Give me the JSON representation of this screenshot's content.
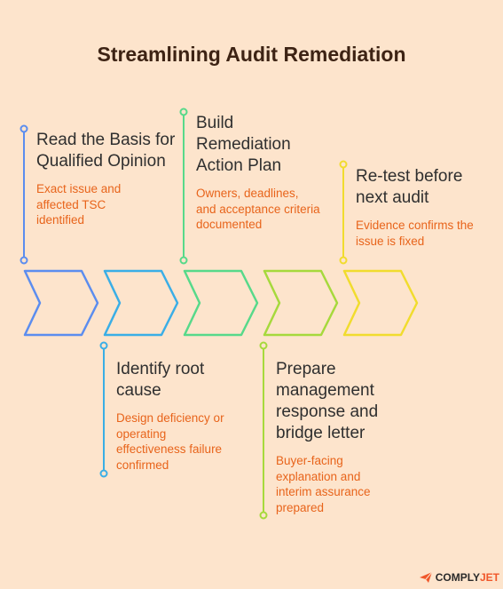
{
  "title": "Streamlining Audit Remediation",
  "colors": [
    "#5b8def",
    "#3aaee6",
    "#57d98a",
    "#a6d93c",
    "#f1dc2e"
  ],
  "steps": [
    {
      "heading": "Read the Basis for Qualified Opinion",
      "description": "Exact issue and affected TSC identified"
    },
    {
      "heading": "Identify root cause",
      "description": "Design deficiency or operating effectiveness failure confirmed"
    },
    {
      "heading": "Build Remediation Action Plan",
      "description": "Owners, deadlines, and acceptance criteria documented"
    },
    {
      "heading": "Prepare management response and bridge letter",
      "description": "Buyer-facing explanation and interim assurance prepared"
    },
    {
      "heading": "Re-test before next audit",
      "description": "Evidence confirms the issue is fixed"
    }
  ],
  "logo": {
    "part1": "COMPLY",
    "part2": "JET",
    "icon": "paper-plane-icon"
  }
}
